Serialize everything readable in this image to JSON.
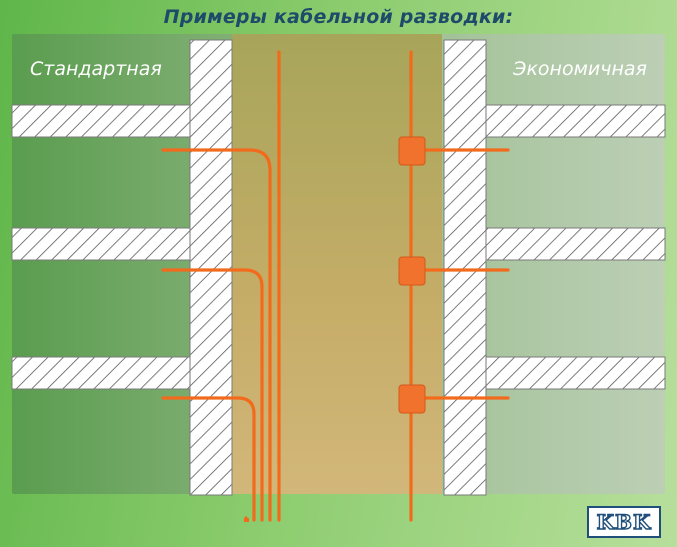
{
  "title": "Примеры кабельной разводки:",
  "left_label": "Стандартная",
  "right_label": "Экономичная",
  "logo": "KBK",
  "colors": {
    "cable": "#f26b1d",
    "junction_box": "#f0722c",
    "wall_fill": "#ffffff",
    "hatch": "#5a5a5a",
    "shaft": "#c7b16a",
    "title": "#1f4b6b"
  }
}
